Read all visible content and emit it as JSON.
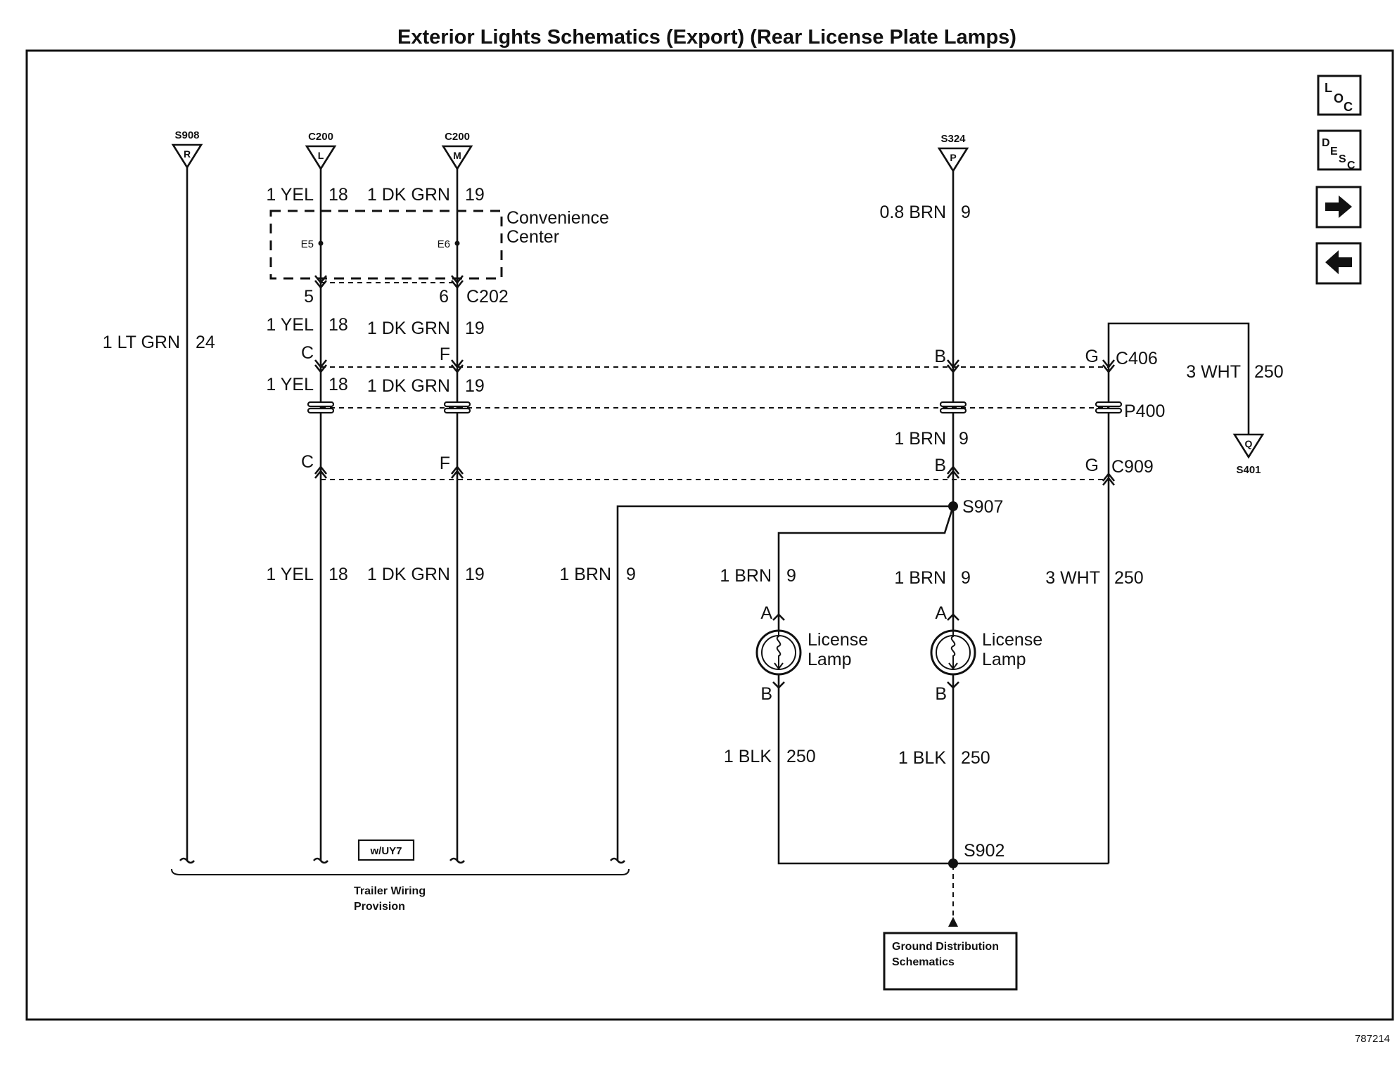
{
  "title": "Exterior Lights Schematics (Export) (Rear License Plate Lamps)",
  "figure_id": "787214",
  "nav": {
    "loc": "LOC",
    "desc": "DESC",
    "next": "right-arrow-icon",
    "prev": "left-arrow-icon"
  },
  "top_terminals": [
    {
      "ref": "S908",
      "pin": "R"
    },
    {
      "ref": "C200",
      "pin": "L"
    },
    {
      "ref": "C200",
      "pin": "M"
    },
    {
      "ref": "S324",
      "pin": "P"
    }
  ],
  "bottom_terminal": {
    "ref": "S401",
    "pin": "Q"
  },
  "convenience_center": {
    "label_line1": "Convenience",
    "label_line2": "Center",
    "pin_left": "E5",
    "pin_right": "E6"
  },
  "connectors": {
    "c202": {
      "name": "C202",
      "pin_left": "5",
      "pin_right": "6"
    },
    "c406": {
      "name": "C406",
      "pin_yel": "C",
      "pin_grn": "F",
      "pin_brn": "B",
      "pin_wht": "G"
    },
    "p400": {
      "name": "P400"
    },
    "c909": {
      "name": "C909",
      "pin_yel": "C",
      "pin_grn": "F",
      "pin_brn": "B",
      "pin_wht": "G"
    }
  },
  "splices": {
    "s907": "S907",
    "s902": "S902"
  },
  "wires": {
    "lt_grn": {
      "color": "1 LT GRN",
      "circuit": "24"
    },
    "yel": {
      "color": "1 YEL",
      "circuit": "18"
    },
    "dk_grn": {
      "color": "1 DK GRN",
      "circuit": "19"
    },
    "brn_08": {
      "color": "0.8 BRN",
      "circuit": "9"
    },
    "brn": {
      "color": "1 BRN",
      "circuit": "9"
    },
    "wht": {
      "color": "3 WHT",
      "circuit": "250"
    },
    "blk": {
      "color": "1 BLK",
      "circuit": "250"
    }
  },
  "lamps": [
    {
      "label_line1": "License",
      "label_line2": "Lamp",
      "pin_a": "A",
      "pin_b": "B"
    },
    {
      "label_line1": "License",
      "label_line2": "Lamp",
      "pin_a": "A",
      "pin_b": "B"
    }
  ],
  "trailer": {
    "option": "w/UY7",
    "label_line1": "Trailer Wiring",
    "label_line2": "Provision"
  },
  "ground_box": {
    "line1": "Ground Distribution",
    "line2": "Schematics"
  }
}
